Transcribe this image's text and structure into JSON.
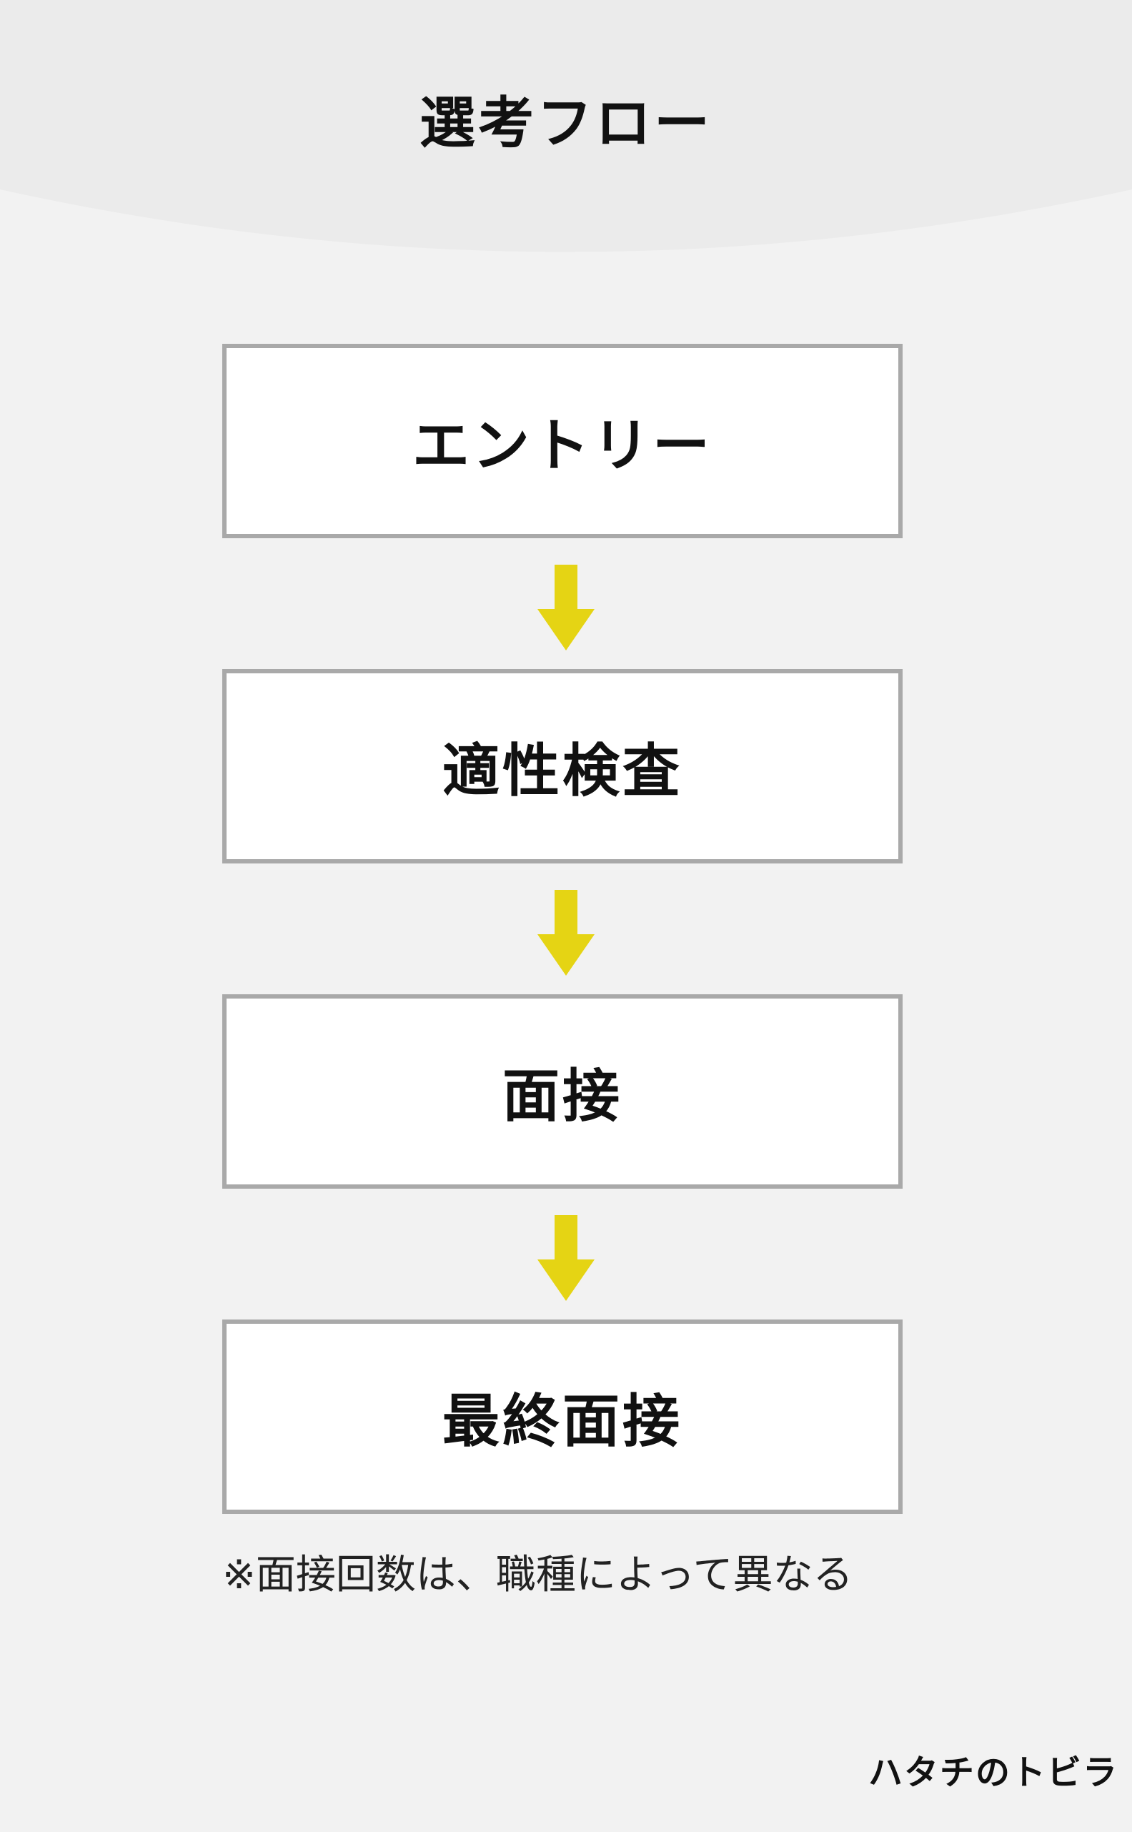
{
  "header": {
    "title": "選考フロー"
  },
  "steps": [
    {
      "label": "エントリー"
    },
    {
      "label": "適性検査"
    },
    {
      "label": "面接"
    },
    {
      "label": "最終面接"
    }
  ],
  "note": "※面接回数は、職種によって異なる",
  "logo": {
    "text": "ハタチのトビラ"
  },
  "colors": {
    "background": "#f2f2f2",
    "header_band": "#ebebeb",
    "box_border": "#a9a9a9",
    "box_fill": "#ffffff",
    "arrow": "#e5d414",
    "text": "#111111"
  },
  "icons": [
    "arrow-down-icon"
  ]
}
